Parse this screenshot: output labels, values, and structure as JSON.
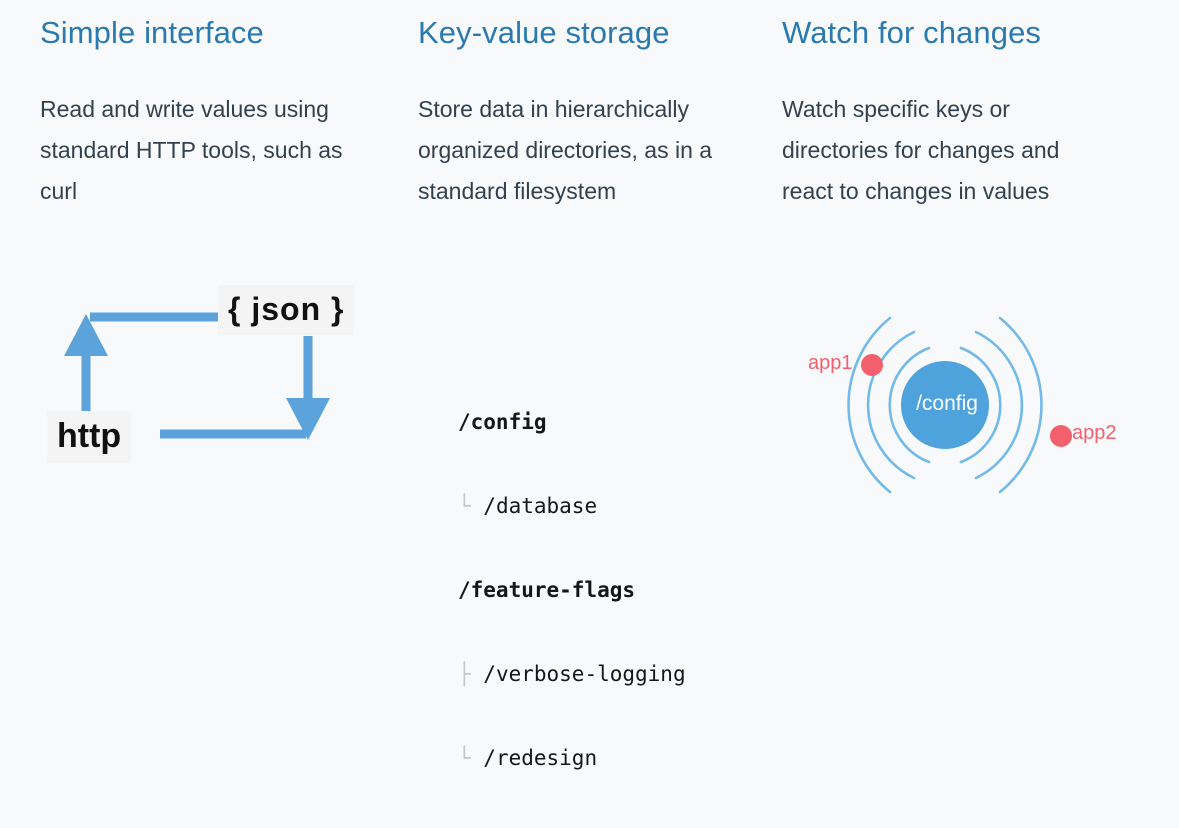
{
  "page": {
    "background": "#f7f9fb",
    "heading_color": "#2a7ab0",
    "body_color": "#32414f",
    "accent_blue": "#5ba3da",
    "accent_red": "#f2606d",
    "chip_background": "#f4f4f4"
  },
  "columns": [
    {
      "heading": "Simple interface",
      "body": "Read and write values using standard HTTP tools, such as curl",
      "diagram": {
        "type": "http-json-loop",
        "chips": [
          {
            "id": "json",
            "label": "{ json }"
          },
          {
            "id": "http",
            "label": "http"
          }
        ],
        "arrows": [
          {
            "from": "json",
            "to": "down-right",
            "direction": "down"
          },
          {
            "from": "http",
            "to": "up-left",
            "direction": "up"
          }
        ]
      }
    },
    {
      "heading": "Key-value storage",
      "body": "Store data in hierarchically organized directories, as in a standard filesystem",
      "tree": [
        {
          "depth": 0,
          "branch": "",
          "label": "/config",
          "bold": true
        },
        {
          "depth": 1,
          "branch": "└ ",
          "label": "/database",
          "bold": false
        },
        {
          "depth": 0,
          "branch": "",
          "label": "/feature-flags",
          "bold": true
        },
        {
          "depth": 1,
          "branch": "├ ",
          "label": "/verbose-logging",
          "bold": false
        },
        {
          "depth": 1,
          "branch": "└ ",
          "label": "/redesign",
          "bold": false
        }
      ]
    },
    {
      "heading": "Watch for changes",
      "body": "Watch specific keys or directories for changes and react to changes in values",
      "diagram": {
        "type": "watch-rings",
        "center_label": "/config",
        "watchers": [
          {
            "id": "app1",
            "label": "app1"
          },
          {
            "id": "app2",
            "label": "app2"
          }
        ],
        "ring_count": 3
      }
    }
  ]
}
